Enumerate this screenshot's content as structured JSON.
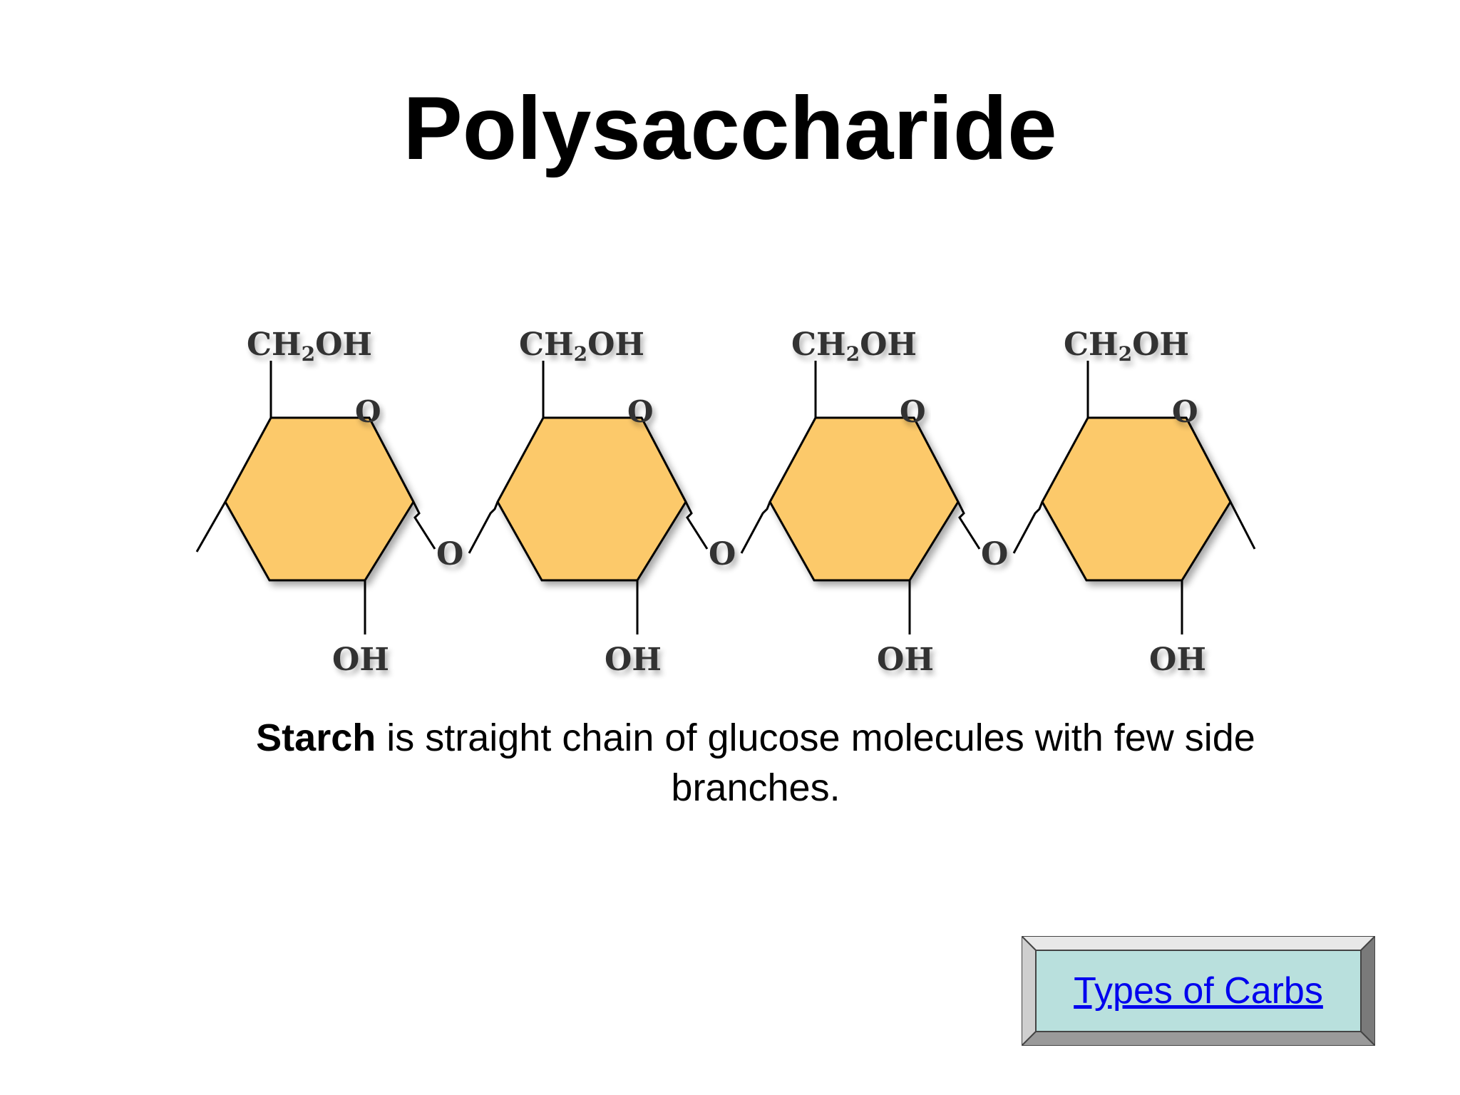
{
  "slide": {
    "title": "Polysaccharide",
    "caption": {
      "bold_term": "Starch",
      "rest": " is straight chain of glucose molecules with few side branches."
    },
    "link": {
      "label": "Types of Carbs"
    }
  },
  "diagram": {
    "ring_fill": "#fcc96b",
    "ring_stroke": "#000000",
    "units": [
      {
        "top_group": "CH",
        "top_sub": "2",
        "top_tail": "OH",
        "ring_o": "O",
        "bottom_group": "OH"
      },
      {
        "top_group": "CH",
        "top_sub": "2",
        "top_tail": "OH",
        "ring_o": "O",
        "bottom_group": "OH"
      },
      {
        "top_group": "CH",
        "top_sub": "2",
        "top_tail": "OH",
        "ring_o": "O",
        "bottom_group": "OH"
      },
      {
        "top_group": "CH",
        "top_sub": "2",
        "top_tail": "OH",
        "ring_o": "O",
        "bottom_group": "OH"
      }
    ],
    "linkages": [
      "O",
      "O",
      "O"
    ]
  },
  "colors": {
    "link_box_fill": "#b9e0dd",
    "link_text": "#0000ee"
  }
}
